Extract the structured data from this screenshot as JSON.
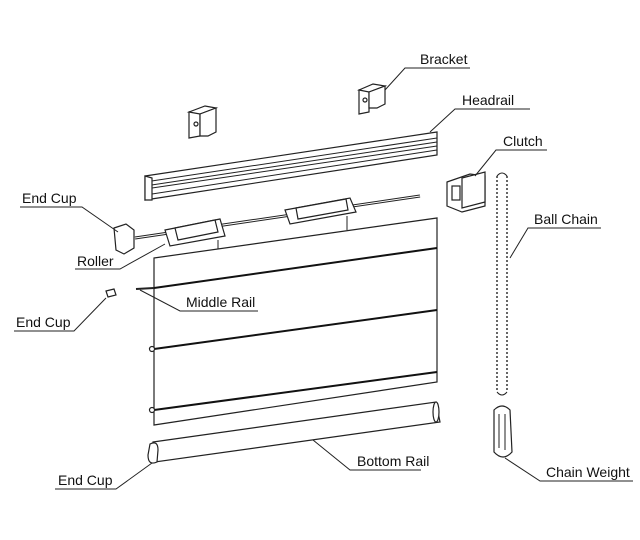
{
  "diagram": {
    "labels": {
      "bracket": "Bracket",
      "headrail": "Headrail",
      "clutch": "Clutch",
      "end_cup_top": "End Cup",
      "ball_chain": "Ball Chain",
      "roller": "Roller",
      "middle_rail": "Middle Rail",
      "end_cup_middle": "End Cup",
      "bottom_rail": "Bottom Rail",
      "end_cup_bottom": "End Cup",
      "chain_weight": "Chain Weight"
    }
  }
}
